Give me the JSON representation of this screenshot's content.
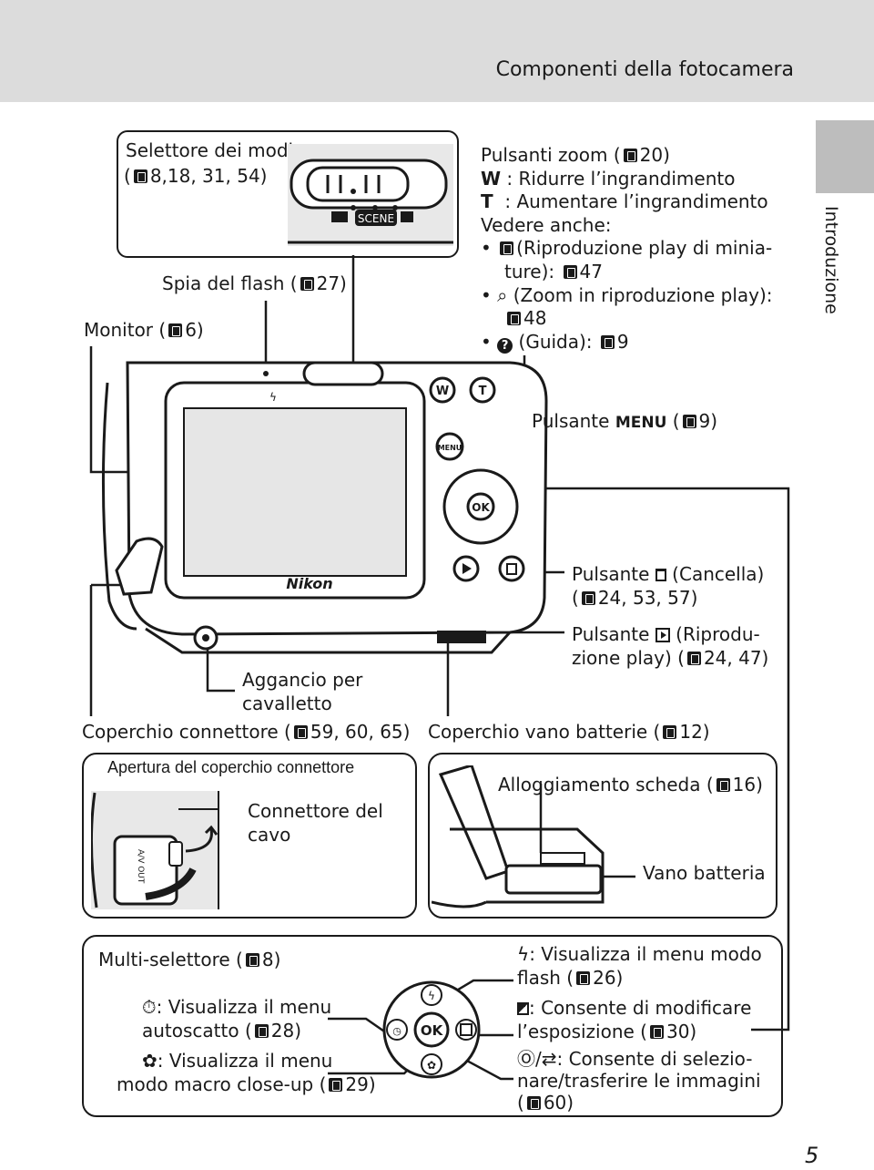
{
  "header": {
    "title": "Componenti della fotocamera"
  },
  "side_tab": {
    "label": "Introduzione"
  },
  "labels": {
    "mode_selector": {
      "line1": "Selettore dei modi",
      "line2": "8,18, 31, 54)"
    },
    "flash_lamp": "Spia del flash (",
    "flash_lamp_ref": "27)",
    "monitor": "Monitor (",
    "monitor_ref": "6)",
    "zoom": {
      "title": "Pulsanti zoom (",
      "title_ref": "20)",
      "w_key": "W",
      "w_text": ": Ridurre l’ingrandimento",
      "t_key": "T",
      "t_text": ": Aumentare l’ingrandimento",
      "see_also": "Vedere anche:",
      "b1_line1": "(Riproduzione play di minia-",
      "b1_line2": "ture):",
      "b1_ref": "47",
      "b2_line1": "(Zoom in riproduzione play):",
      "b2_ref": "48",
      "b3_line1": "(Guida):",
      "b3_ref": "9"
    },
    "menu_button": {
      "text": "Pulsante",
      "glyph": "MENU",
      "ref": "9)"
    },
    "delete_button": {
      "line1": "Pulsante",
      "line1b": "(Cancella)",
      "line2": "24, 53, 57)"
    },
    "play_button": {
      "line1": "Pulsante",
      "line1b": "(Riprodu-",
      "line2": "zione play) (",
      "line2_ref": "24, 47)"
    },
    "tripod": {
      "line1": "Aggancio per",
      "line2": "cavalletto"
    },
    "connector_cover": {
      "text": "Coperchio connettore (",
      "ref": "59, 60, 65)"
    },
    "battery_cover": {
      "text": "Coperchio vano batterie (",
      "ref": "12)"
    },
    "connector_box": {
      "title": "Apertura del coperchio connettore",
      "cable_line1": "Connettore del",
      "cable_line2": "cavo"
    },
    "battery_box": {
      "card": "Alloggiamento scheda (",
      "card_ref": "16)",
      "battery": "Vano batteria"
    },
    "multi": {
      "title": "Multi-selettore (",
      "title_ref": "8)",
      "self_line1": ": Visualizza il menu",
      "self_line2": "autoscatto (",
      "self_ref": "28)",
      "macro_line1": ": Visualizza il menu",
      "macro_line2": "modo macro close-up (",
      "macro_ref": "29)",
      "flash_line1": ": Visualizza il menu modo",
      "flash_line2": "flash (",
      "flash_ref": "26)",
      "exp_line1": ": Consente di modificare",
      "exp_line2": "l’esposizione (",
      "exp_ref": "30)",
      "ok_line1": ": Consente di selezio-",
      "ok_line2": "nare/trasferire le immagini",
      "ok_line3": "(",
      "ok_ref": "60)"
    }
  },
  "camera": {
    "brand": "Nikon",
    "scene_label": "SCENE",
    "menu_label": "MENU",
    "ok_label": "OK",
    "av_out": "A/V OUT"
  },
  "page_number": "5"
}
